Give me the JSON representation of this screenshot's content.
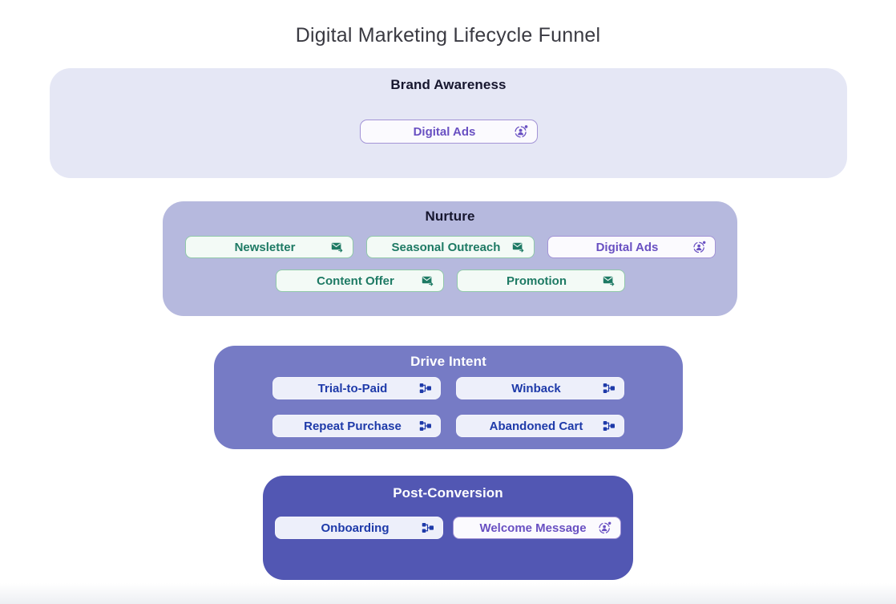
{
  "page": {
    "title": "Digital Marketing Lifecycle Funnel"
  },
  "colors": {
    "tier_brand_awareness_bg": "#e5e7f5",
    "tier_nurture_bg": "#b6b9de",
    "tier_drive_intent_bg": "#767bc5",
    "tier_post_conversion_bg": "#5257b3",
    "heading_dark": "#16162e",
    "heading_light": "#ffffff",
    "email_pill_text": "#1e7a64",
    "email_pill_border": "#90c8a9",
    "email_pill_bg": "#f3faf6",
    "ads_pill_text": "#6950c2",
    "ads_pill_border": "#a394d6",
    "ads_pill_bg": "#fbfafe",
    "journey_pill_text": "#1e3aa9",
    "journey_pill_bg": "#edeffa"
  },
  "icons": {
    "ads": "audience-target-icon",
    "email": "email-send-icon",
    "journey": "journey-branch-icon"
  },
  "funnel": {
    "tiers": [
      {
        "name": "Brand Awareness",
        "rows": [
          [
            {
              "label": "Digital Ads",
              "type": "ads"
            }
          ]
        ]
      },
      {
        "name": "Nurture",
        "rows": [
          [
            {
              "label": "Newsletter",
              "type": "email"
            },
            {
              "label": "Seasonal Outreach",
              "type": "email"
            },
            {
              "label": "Digital Ads",
              "type": "ads"
            }
          ],
          [
            {
              "label": "Content Offer",
              "type": "email"
            },
            {
              "label": "Promotion",
              "type": "email"
            }
          ]
        ]
      },
      {
        "name": "Drive Intent",
        "rows": [
          [
            {
              "label": "Trial-to-Paid",
              "type": "journey"
            },
            {
              "label": "Winback",
              "type": "journey"
            }
          ],
          [
            {
              "label": "Repeat Purchase",
              "type": "journey"
            },
            {
              "label": "Abandoned Cart",
              "type": "journey"
            }
          ]
        ]
      },
      {
        "name": "Post-Conversion",
        "rows": [
          [
            {
              "label": "Onboarding",
              "type": "journey"
            },
            {
              "label": "Welcome Message",
              "type": "ads"
            }
          ]
        ]
      }
    ]
  }
}
